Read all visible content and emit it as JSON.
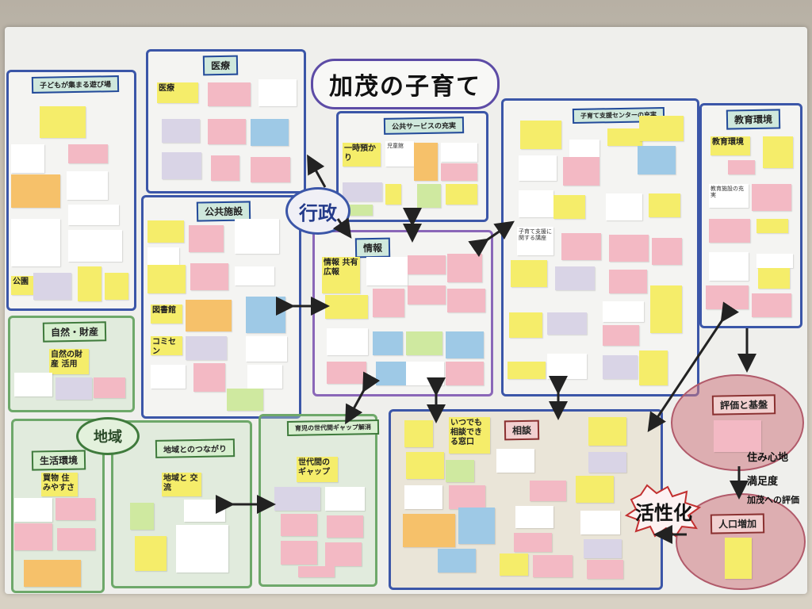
{
  "poster": {
    "title": "加茂の子育て",
    "center_badge": "行政",
    "community_badge": "地域",
    "activation_text": "活性化",
    "side_text": [
      "住み心地",
      "満足度",
      "加茂への評価"
    ]
  },
  "sections": {
    "asobiba": "子どもが集まる遊び場",
    "iryo": "医療",
    "kokyo_service": "公共サービスの充実",
    "kosodate_center": "子育て支援センターの充実",
    "kyoiku": "教育環境",
    "kokyo_shisetsu": "公共施設",
    "joho": "情報",
    "shizen": "自然・財産",
    "seikatsu": "生活環境",
    "tsunagari": "地域とのつながり",
    "sedai": "育児の世代間ギャップ解消",
    "sodan": "相談",
    "hyoka": "評価と基盤",
    "jinko": "人口増加"
  },
  "notes": {
    "iryo": "医療",
    "kouen": "公園",
    "toshokan": "図書館",
    "komisen": "コミセン",
    "joho_kyoyu": "情報 共有 広報",
    "kyoiku_1": "教育環境",
    "kyoiku_2": "教育施設の充実",
    "sodan_1": "いつでも相談できる窓口",
    "ichiji": "一時預かり",
    "jidokan": "児童館",
    "kosodate_kaikan": "子育て支援に関する講座",
    "seikatsu_1": "買物 住みやすさ",
    "chiiki_1": "地域と 交流",
    "shizen_1": "自然の財産 活用",
    "sedai_1": "世代間のギャップ"
  }
}
